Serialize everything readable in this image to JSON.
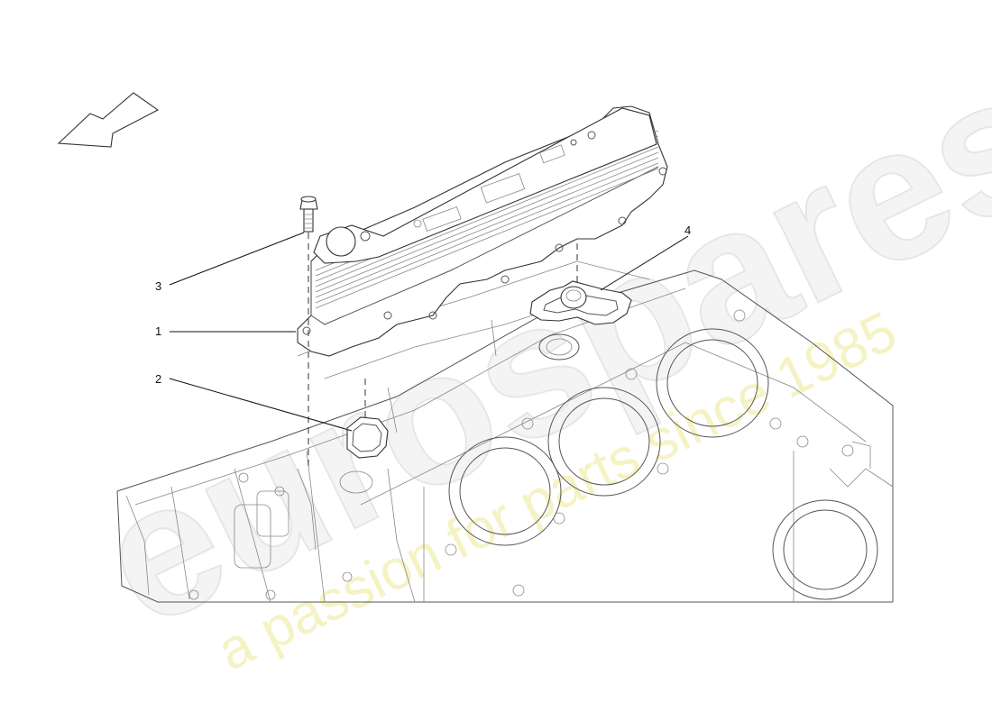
{
  "watermark": {
    "brand": "eurospares",
    "tagline": "a passion for parts since 1985"
  },
  "callouts": [
    {
      "id": "1",
      "label": "1"
    },
    {
      "id": "2",
      "label": "2"
    },
    {
      "id": "3",
      "label": "3"
    },
    {
      "id": "4",
      "label": "4"
    }
  ],
  "icons": {
    "direction_arrow": "direction-arrow-icon"
  },
  "colors": {
    "line": "#333333",
    "watermark_text": "#e6e6e6",
    "watermark_tagline": "#f3f0b6"
  }
}
